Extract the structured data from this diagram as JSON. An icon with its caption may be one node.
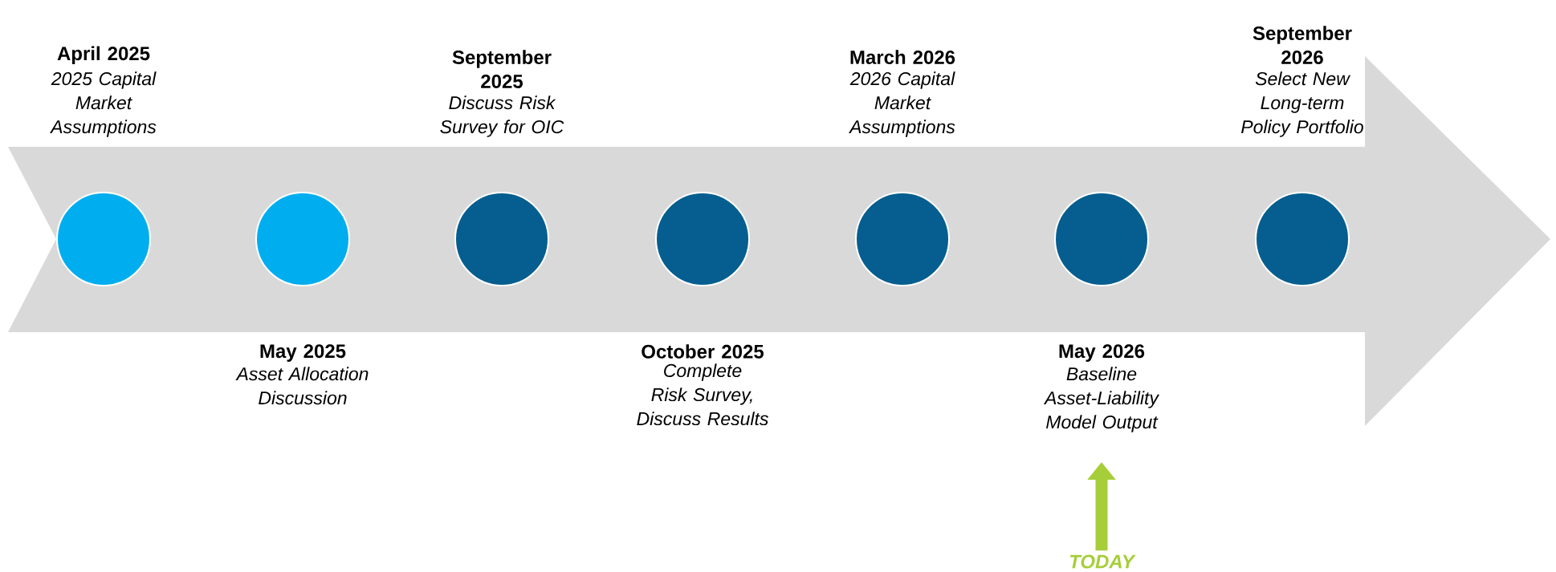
{
  "diagram": {
    "nodes": [
      {
        "text": [],
        "shape": "arrow"
      },
      {
        "text": [],
        "shape": "circle",
        "in": 0,
        "beside": [
          "April 2025",
          "2025 Capital Market Assumptions"
        ]
      },
      {
        "text": [],
        "shape": "circle",
        "in": 0,
        "beside": [
          "May 2025",
          "Asset Allocation Discussion"
        ]
      },
      {
        "text": [],
        "shape": "circle",
        "in": 0,
        "beside": [
          "September 2025",
          "Discuss Risk Survey for OIC"
        ]
      },
      {
        "text": [],
        "shape": "circle",
        "in": 0,
        "beside": [
          "October 2025",
          "Complete Risk Survey, Discuss Results"
        ]
      },
      {
        "text": [],
        "shape": "circle",
        "in": 0,
        "beside": [
          "March 2026",
          "2026 Capital Market Assumptions"
        ]
      },
      {
        "text": [],
        "shape": "circle",
        "in": 0,
        "beside": [
          "May 2026",
          "Baseline Asset-Liability Model Output"
        ]
      },
      {
        "text": [],
        "shape": "circle",
        "in": 0,
        "beside": [
          "September 2026",
          "Select New Long-term Policy Portfolio"
        ]
      },
      {
        "text": [
          "TODAY"
        ]
      }
    ],
    "edges": [
      {
        "from": 8,
        "to": 6,
        "arrow": "to"
      }
    ]
  }
}
